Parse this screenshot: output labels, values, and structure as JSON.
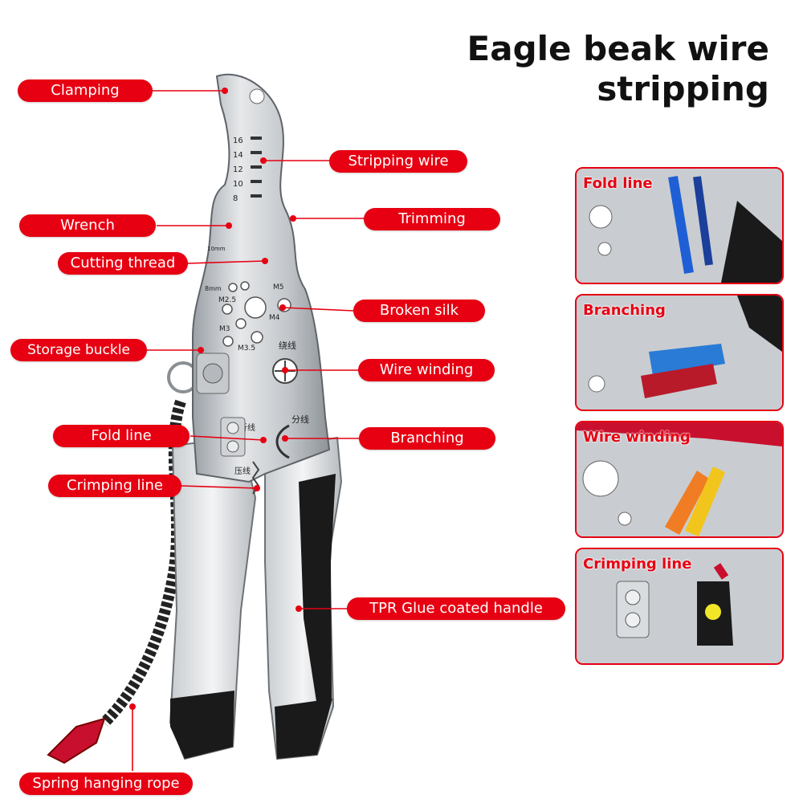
{
  "title": {
    "line1": "Eagle beak wire",
    "line2": "stripping"
  },
  "callouts": {
    "clamping": "Clamping",
    "stripping_wire": "Stripping wire",
    "wrench": "Wrench",
    "trimming": "Trimming",
    "cutting_thread": "Cutting thread",
    "broken_silk": "Broken silk",
    "storage_buckle": "Storage buckle",
    "wire_winding": "Wire winding",
    "fold_line": "Fold line",
    "branching": "Branching",
    "crimping_line": "Crimping line",
    "tpr_handle": "TPR Glue coated handle",
    "spring_rope": "Spring hanging rope"
  },
  "tool_markings": {
    "scale": [
      "16",
      "14",
      "12",
      "10",
      "8"
    ],
    "size_10mm": "10mm",
    "size_8mm": "8mm",
    "m25": "M2.5",
    "m5": "M5",
    "m4": "M4",
    "m3": "M3",
    "m35": "M3.5",
    "winding_cn": "绕线",
    "branch_cn": "分线",
    "fold_cn": "折线",
    "crimp_cn": "压线"
  },
  "thumbnails": [
    {
      "label": "Fold line"
    },
    {
      "label": "Branching"
    },
    {
      "label": "Wire winding"
    },
    {
      "label": "Crimping line"
    }
  ],
  "colors": {
    "accent": "#e60012",
    "handle_black": "#1a1a1a",
    "steel": "#c9cdd1"
  }
}
